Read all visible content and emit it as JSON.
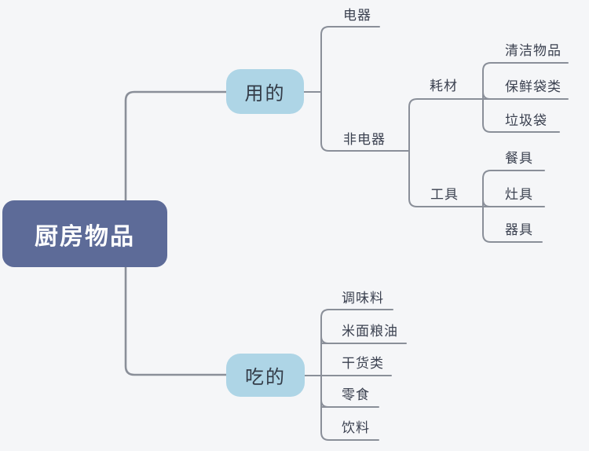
{
  "mindmap": {
    "root": {
      "label": "厨房物品"
    },
    "branches": [
      {
        "label": "用的",
        "children": [
          {
            "label": "电器",
            "children": []
          },
          {
            "label": "非电器",
            "children": [
              {
                "label": "耗材",
                "children": [
                  {
                    "label": "清洁物品"
                  },
                  {
                    "label": "保鲜袋类"
                  },
                  {
                    "label": "垃圾袋"
                  }
                ]
              },
              {
                "label": "工具",
                "children": [
                  {
                    "label": "餐具"
                  },
                  {
                    "label": "灶具"
                  },
                  {
                    "label": "器具"
                  }
                ]
              }
            ]
          }
        ]
      },
      {
        "label": "吃的",
        "children": [
          {
            "label": "调味料"
          },
          {
            "label": "米面粮油"
          },
          {
            "label": "干货类"
          },
          {
            "label": "零食"
          },
          {
            "label": "饮料"
          }
        ]
      }
    ]
  },
  "colors": {
    "background": "#f5f6f8",
    "root_fill": "#5d6b98",
    "branch_fill": "#aed5e6",
    "line": "#8a8f99",
    "root_text": "#ffffff",
    "topic_text": "#3b4150",
    "branch_text": "#333b47"
  }
}
